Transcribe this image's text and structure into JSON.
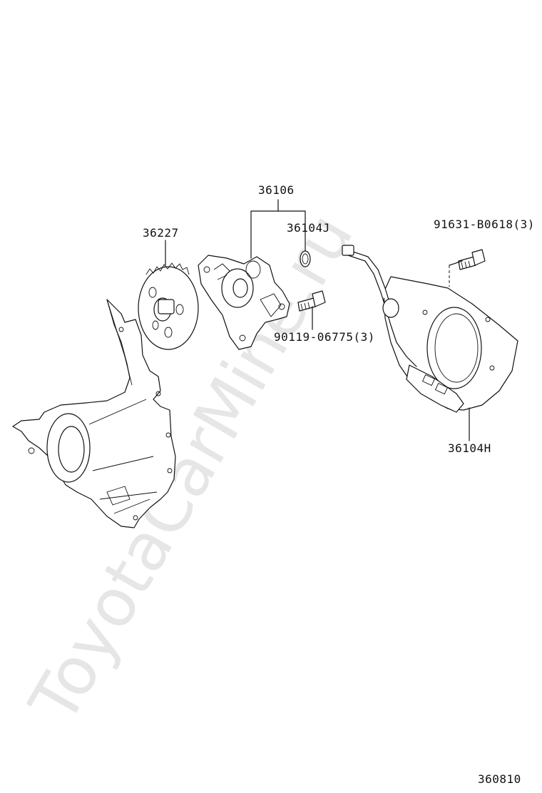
{
  "watermark": "ToyotaCarMine.ru",
  "figure_code": "360810",
  "callouts": {
    "part_36106": "36106",
    "part_36227": "36227",
    "part_36104J": "36104J",
    "part_91631": "91631-B0618(3)",
    "part_90119": "90119-06775(3)",
    "part_36104H": "36104H"
  },
  "icons": {
    "transfer_case": "transfer-case-housing-icon",
    "sprocket": "speed-sensor-rotor-icon",
    "adapter": "sensor-adapter-icon",
    "o_ring": "o-ring-icon",
    "bolt_small": "bolt-icon",
    "bolt_upper": "bolt-icon",
    "cover": "sensor-cover-icon"
  }
}
